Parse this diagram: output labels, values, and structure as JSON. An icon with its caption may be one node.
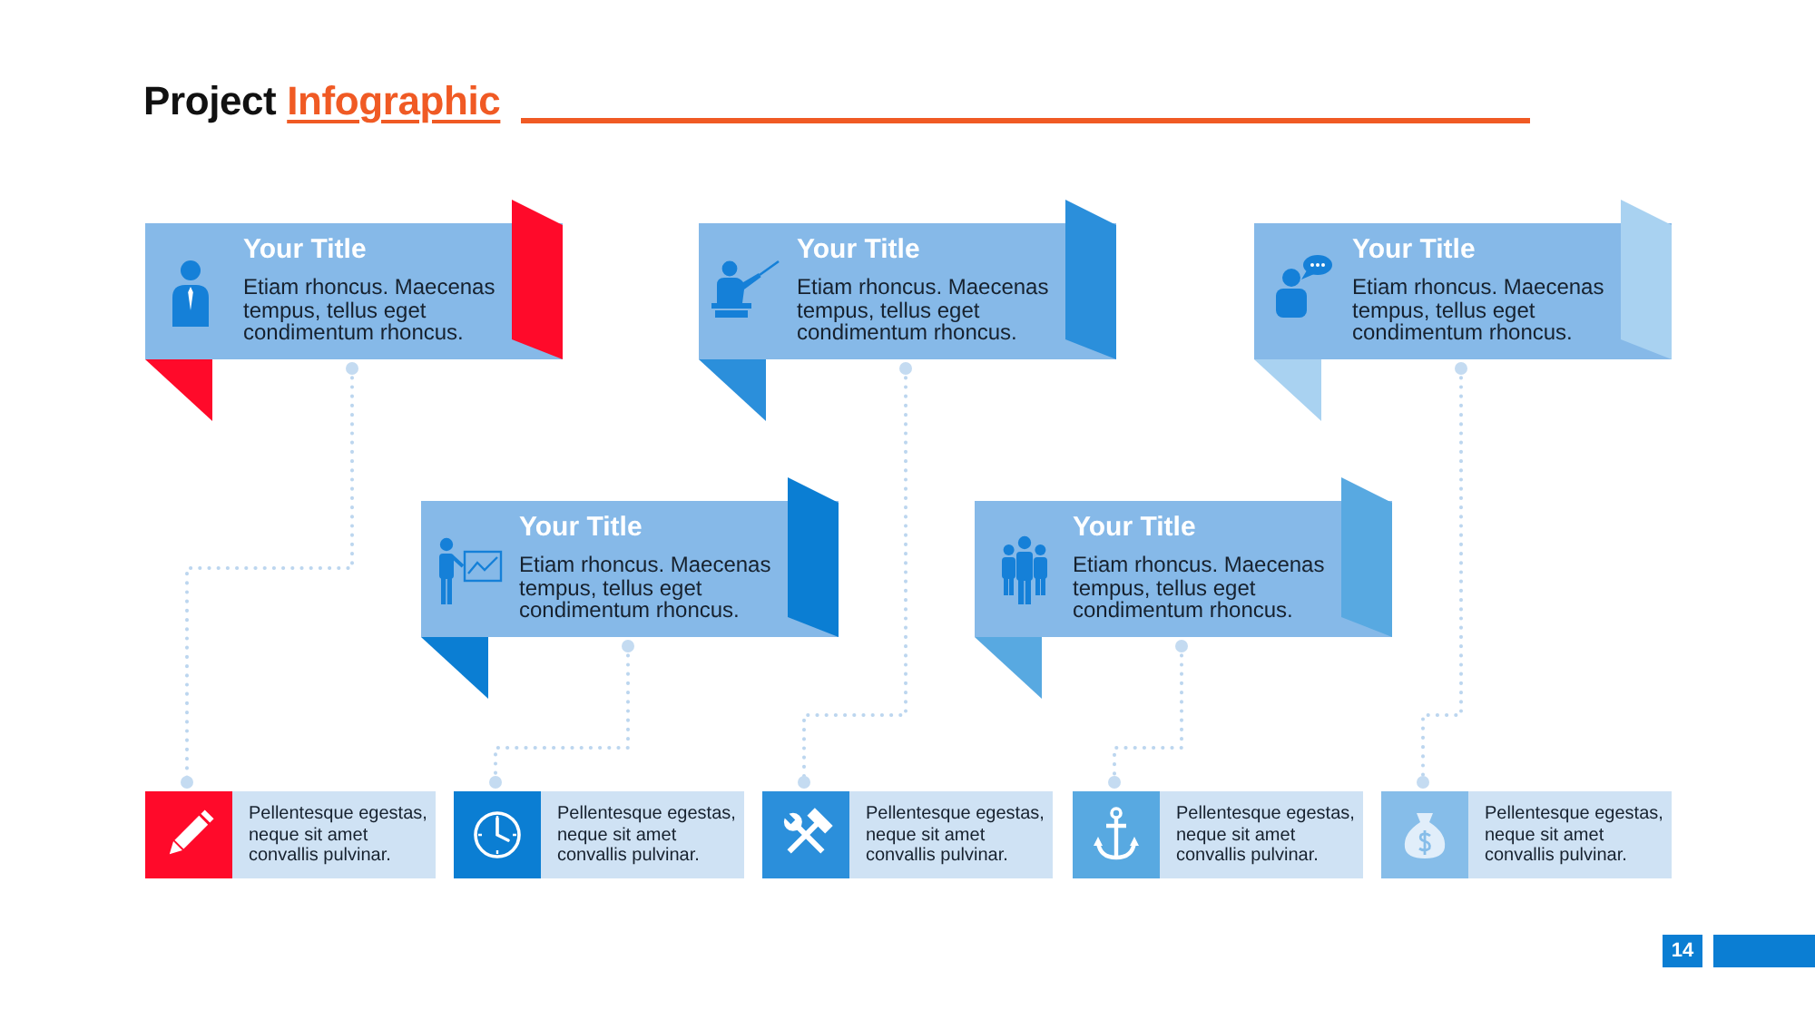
{
  "diagram": {
    "title": "Project Infographic",
    "nodes": [
      {
        "text": [
          "Your Title",
          "Etiam rhoncus. Maecenas tempus, tellus eget condimentum rhoncus."
        ]
      },
      {
        "text": [
          "Your Title",
          "Etiam rhoncus. Maecenas tempus, tellus eget condimentum rhoncus."
        ]
      },
      {
        "text": [
          "Your Title",
          "Etiam rhoncus. Maecenas tempus, tellus eget condimentum rhoncus."
        ]
      },
      {
        "text": [
          "Your Title",
          "Etiam rhoncus. Maecenas tempus, tellus eget condimentum rhoncus."
        ]
      },
      {
        "text": [
          "Your Title",
          "Etiam rhoncus. Maecenas tempus, tellus eget condimentum rhoncus."
        ]
      },
      {
        "text": [
          "Pellentesque egestas, neque sit amet convallis pulvinar."
        ]
      },
      {
        "text": [
          "Pellentesque egestas, neque sit amet convallis pulvinar."
        ]
      },
      {
        "text": [
          "Pellentesque egestas, neque sit amet convallis pulvinar."
        ]
      },
      {
        "text": [
          "Pellentesque egestas, neque sit amet convallis pulvinar."
        ]
      },
      {
        "text": [
          "Pellentesque egestas, neque sit amet convallis pulvinar."
        ]
      }
    ],
    "edges": [
      {
        "from": 0,
        "to": 5,
        "arrow": "other",
        "style": "dashed"
      },
      {
        "from": 1,
        "to": 7,
        "arrow": "other",
        "style": "dashed"
      },
      {
        "from": 2,
        "to": 9,
        "arrow": "other",
        "style": "dashed"
      },
      {
        "from": 3,
        "to": 6,
        "arrow": "other",
        "style": "dashed"
      },
      {
        "from": 4,
        "to": 8,
        "arrow": "other",
        "style": "dashed"
      }
    ],
    "labels": [
      "14"
    ]
  }
}
